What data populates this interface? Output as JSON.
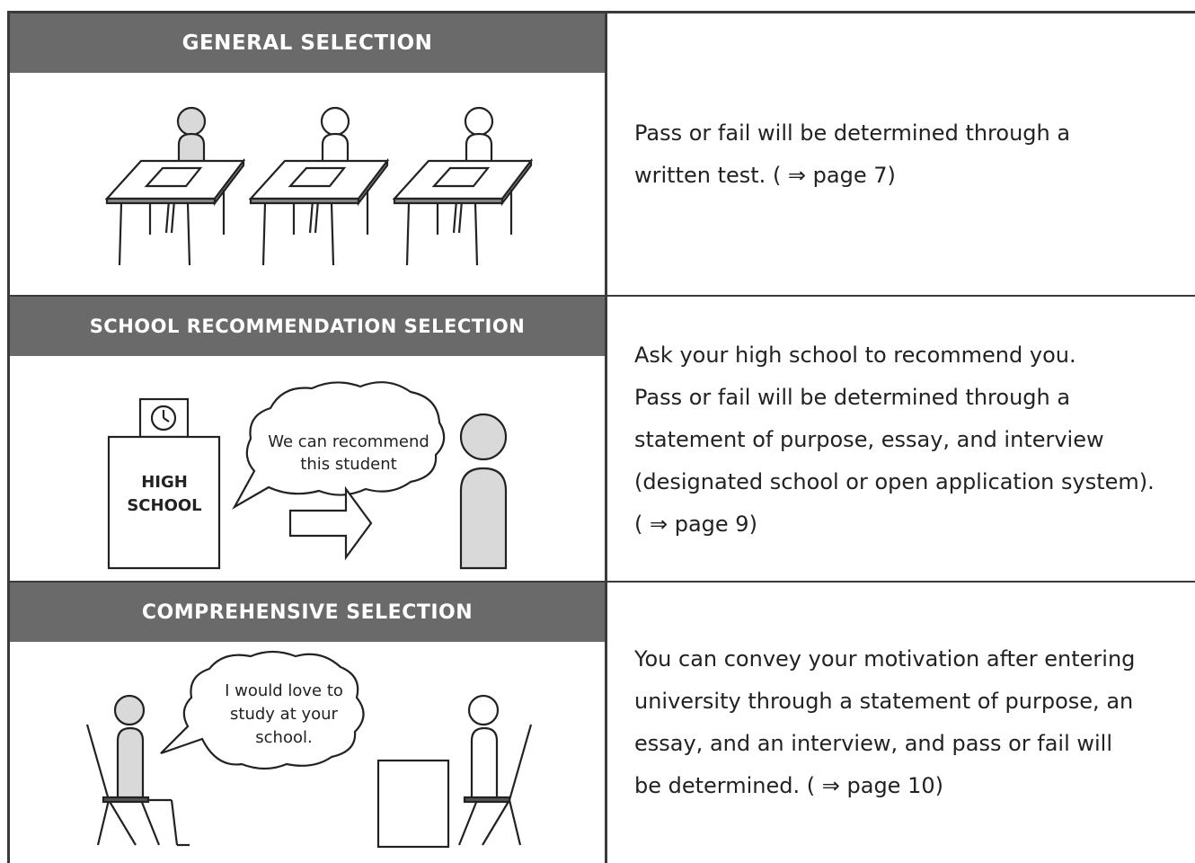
{
  "rows": [
    {
      "heading": "GENERAL SELECTION",
      "description_lines": [
        "Pass or fail will be determined through a",
        "written test. ( ⇒ page 7)"
      ]
    },
    {
      "heading": "SCHOOL RECOMMENDATION SELECTION",
      "school_label_line1": "HIGH",
      "school_label_line2": "SCHOOL",
      "speech_line1": "We can recommend",
      "speech_line2": "this student",
      "description_lines": [
        "Ask your high school to recommend you.",
        "Pass or fail will be determined through a",
        "statement of purpose, essay, and interview",
        "(designated school or open application system).",
        "( ⇒ page 9)"
      ]
    },
    {
      "heading": "COMPREHENSIVE SELECTION",
      "speech_line1": "I would love to",
      "speech_line2": "study at your",
      "speech_line3": "school.",
      "description_lines": [
        "You can convey your motivation after entering",
        "university through a statement of purpose, an",
        "essay, and an interview, and pass or fail will",
        "be determined. ( ⇒ page 10)"
      ]
    }
  ],
  "colors": {
    "header_bg": "#6a6a6a",
    "figure_fill": "#d9d9d9",
    "line": "#3a3a3a"
  }
}
